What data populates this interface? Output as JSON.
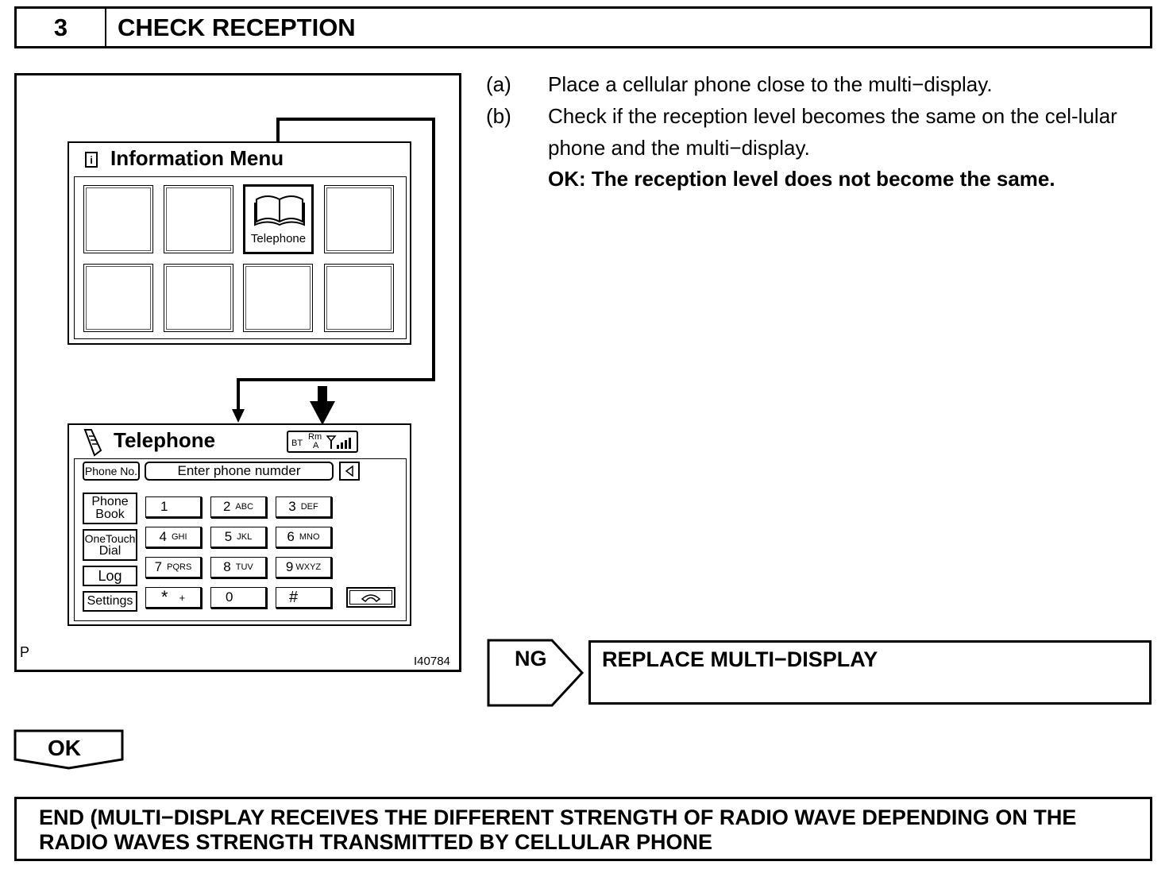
{
  "step": {
    "number": "3",
    "title": "CHECK RECEPTION"
  },
  "illustration": {
    "info_menu": {
      "title": "Information Menu",
      "telephone_tile_label": "Telephone"
    },
    "telephone_screen": {
      "title": "Telephone",
      "status_bt": "BT",
      "status_rm": "Rm",
      "status_a": "A",
      "phone_no_button": "Phone No.",
      "phone_input_value": "Enter phone numder",
      "side_buttons": [
        {
          "line1": "Phone",
          "line2": "Book"
        },
        {
          "line1": "OneTouch",
          "line2": "Dial"
        },
        {
          "line1": "Log",
          "line2": ""
        },
        {
          "line1": "Settings",
          "line2": ""
        }
      ],
      "keys": [
        {
          "digit": "1",
          "letters": ""
        },
        {
          "digit": "2",
          "letters": "ABC"
        },
        {
          "digit": "3",
          "letters": "DEF"
        },
        {
          "digit": "4",
          "letters": "GHI"
        },
        {
          "digit": "5",
          "letters": "JKL"
        },
        {
          "digit": "6",
          "letters": "MNO"
        },
        {
          "digit": "7",
          "letters": "PQRS"
        },
        {
          "digit": "8",
          "letters": "TUV"
        },
        {
          "digit": "9",
          "letters": "WXYZ"
        },
        {
          "digit": "*",
          "letters": "+"
        },
        {
          "digit": "0",
          "letters": ""
        },
        {
          "digit": "#",
          "letters": ""
        }
      ]
    },
    "corner_mark": "P",
    "figure_id": "I40784"
  },
  "instructions": [
    {
      "label": "(a)",
      "text": "Place a cellular phone close to the multi−display."
    },
    {
      "label": "(b)",
      "text": "Check if the reception level becomes the same on the cel-lular phone and the multi−display."
    }
  ],
  "ok_condition": "OK: The reception level does not become the same.",
  "ng": {
    "label": "NG",
    "action": "REPLACE MULTI−DISPLAY"
  },
  "ok_label": "OK",
  "end_text": "END (MULTI−DISPLAY RECEIVES THE DIFFERENT STRENGTH OF RADIO WAVE DEPENDING ON THE RADIO WAVES STRENGTH TRANSMITTED BY CELLULAR PHONE"
}
